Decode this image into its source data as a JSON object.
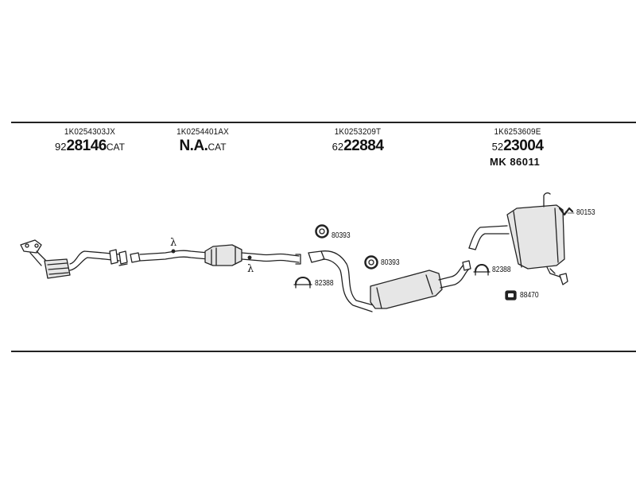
{
  "groups": [
    {
      "part_number": "1K0254303JX",
      "ref_prefix": "92",
      "ref_main": "28146",
      "ref_suffix": "CAT",
      "extra": ""
    },
    {
      "part_number": "1K0254401AX",
      "ref_prefix": "",
      "ref_main": "N.A.",
      "ref_suffix": "CAT",
      "extra": ""
    },
    {
      "part_number": "1K0253209T",
      "ref_prefix": "62",
      "ref_main": "22884",
      "ref_suffix": "",
      "extra": ""
    },
    {
      "part_number": "1K6253609E",
      "ref_prefix": "52",
      "ref_main": "23004",
      "ref_suffix": "",
      "extra": "MK  86011"
    }
  ],
  "callouts": {
    "c80393a": "80393",
    "c80393b": "80393",
    "c82388a": "82388",
    "c82388b": "82388",
    "c80153": "80153",
    "c88470": "88470"
  },
  "sensor_symbol": "λ",
  "colors": {
    "line": "#222222",
    "background": "#ffffff"
  }
}
